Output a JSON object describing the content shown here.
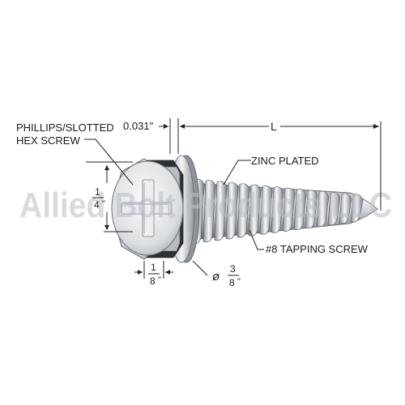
{
  "labels": {
    "head_type_line1": "PHILLIPS/SLOTTED",
    "head_type_line2": "HEX SCREW",
    "washer_thickness": "0.031\"",
    "length": "L",
    "finish": "ZINC PLATED",
    "screw_type": "#8 TAPPING SCREW",
    "hex_size_num": "1",
    "hex_size_den": "4",
    "hex_size_unit": "\"",
    "hex_height_num": "1",
    "hex_height_den": "8",
    "hex_height_unit": "\"",
    "washer_dia_symbol": "ø",
    "washer_dia_num": "3",
    "washer_dia_den": "8",
    "washer_dia_unit": "\""
  },
  "watermark": "Allied Bolt Products LLC",
  "colors": {
    "metal_light": "#f2f3f4",
    "metal_mid": "#bfc3c7",
    "metal_dark": "#6f747a",
    "line": "#222222"
  }
}
